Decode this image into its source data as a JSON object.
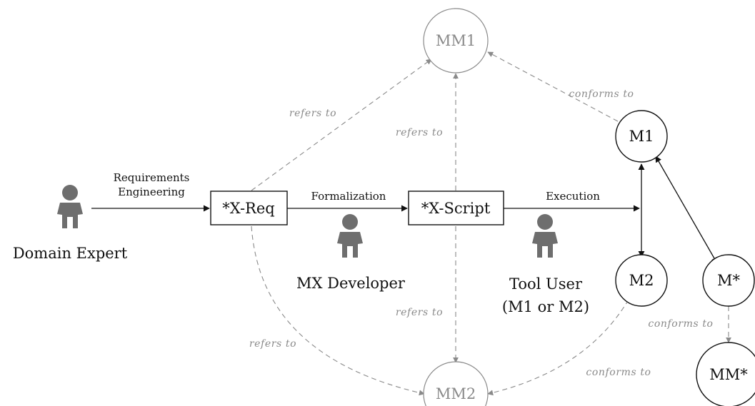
{
  "nodes": {
    "domain_expert": "Domain Expert",
    "x_req": "*X-Req",
    "mx_developer": "MX Developer",
    "x_script": "*X-Script",
    "tool_user_line1": "Tool User",
    "tool_user_line2": "(M1 or M2)",
    "mm1": "MM1",
    "mm2": "MM2",
    "m1": "M1",
    "m2": "M2",
    "m_star": "M*",
    "mm_star": "MM*"
  },
  "edges": {
    "requirements_line1": "Requirements",
    "requirements_line2": "Engineering",
    "formalization": "Formalization",
    "execution": "Execution",
    "xreq_mm1": "refers to",
    "xscript_mm1": "refers to",
    "xscript_mm2": "refers to",
    "xreq_mm2": "refers to",
    "m1_mm1": "conforms to",
    "m2_mm2": "conforms to",
    "mstar_mmstar": "conforms to"
  }
}
